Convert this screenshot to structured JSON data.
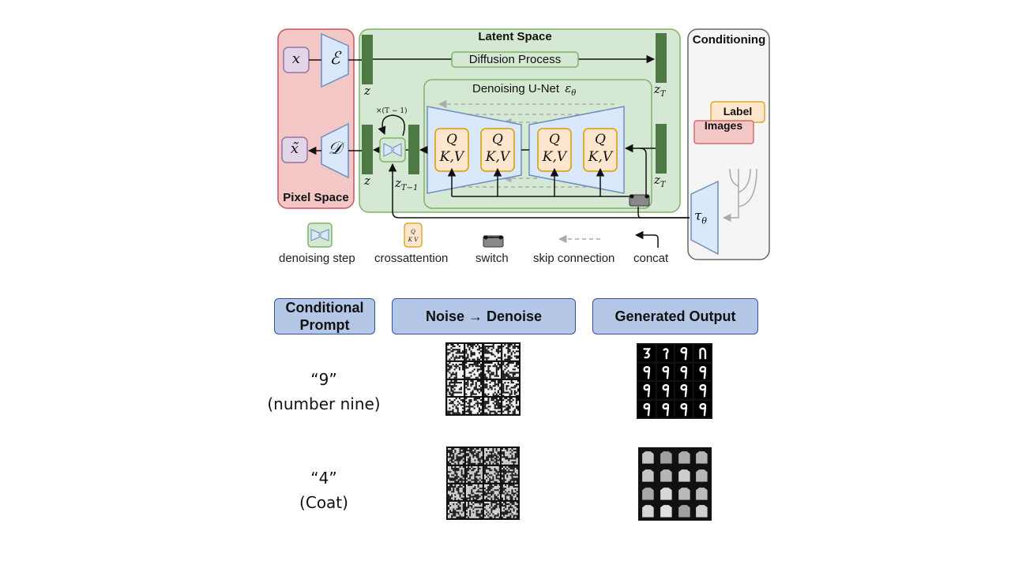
{
  "diagram": {
    "latent_space_title": "Latent Space",
    "conditioning_title": "Conditioning",
    "pixel_space_title": "Pixel Space",
    "diffusion_process_label": "Diffusion Process",
    "denoising_unet_label": "Denoising U-Net",
    "epsilon_theta": "ε",
    "epsilon_sub": "θ",
    "x_label": "x",
    "x_tilde_label": "x̃",
    "encoder_label": "ℰ",
    "decoder_label": "𝒟",
    "z_label": "z",
    "z_t_label": "z",
    "z_t_sub": "T",
    "z_t_minus_1_sub": "T−1",
    "times_t_minus_1": "×(T − 1)",
    "tau_label": "τ",
    "tau_sub": "θ",
    "qkv_q": "Q",
    "qkv_kv": "K,V",
    "cond_label_box": "Label",
    "cond_images_box": "Images"
  },
  "legend": {
    "denoising_step": "denoising step",
    "crossattention": "crossattention",
    "switch": "switch",
    "skip_connection": "skip connection",
    "concat": "concat"
  },
  "table": {
    "headers": [
      "Conditional Prompt",
      "Noise → Denoise",
      "Generated Output"
    ],
    "rows": [
      {
        "prompt_line1": "“9”",
        "prompt_line2": "(number nine)",
        "output_kind": "digits"
      },
      {
        "prompt_line1": "“4”",
        "prompt_line2": "(Coat)",
        "output_kind": "coats"
      }
    ]
  },
  "colors": {
    "pixel_space_fill": "#f4c7c7",
    "pixel_space_border": "#c9545a",
    "latent_fill": "#d5e8d4",
    "latent_border": "#82b366",
    "conditioning_fill": "#f5f5f5",
    "conditioning_border": "#666666",
    "trapezoid_fill": "#dae8fc",
    "trapezoid_border": "#6c8ebf",
    "qkv_fill": "#ffe6cc",
    "qkv_border": "#d79b00",
    "z_bar": "#4d7a44",
    "header_fill": "#b4c7e7"
  }
}
